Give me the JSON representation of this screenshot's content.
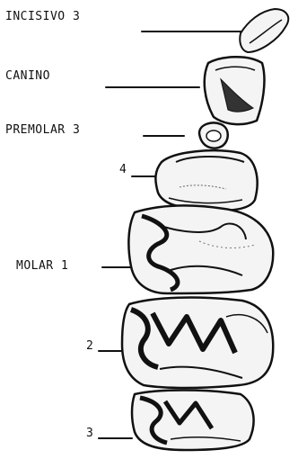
{
  "labels": {
    "incisivo": "INCISIVO 3",
    "canino": "CANINO",
    "premolar": "PREMOLAR 3",
    "premolar4": "4",
    "molar1": "MOLAR 1",
    "molar2": "2",
    "molar3": "3"
  },
  "colors": {
    "ink": "#111111",
    "tooth_fill": "#f4f4f4",
    "enamel": "#222222"
  }
}
